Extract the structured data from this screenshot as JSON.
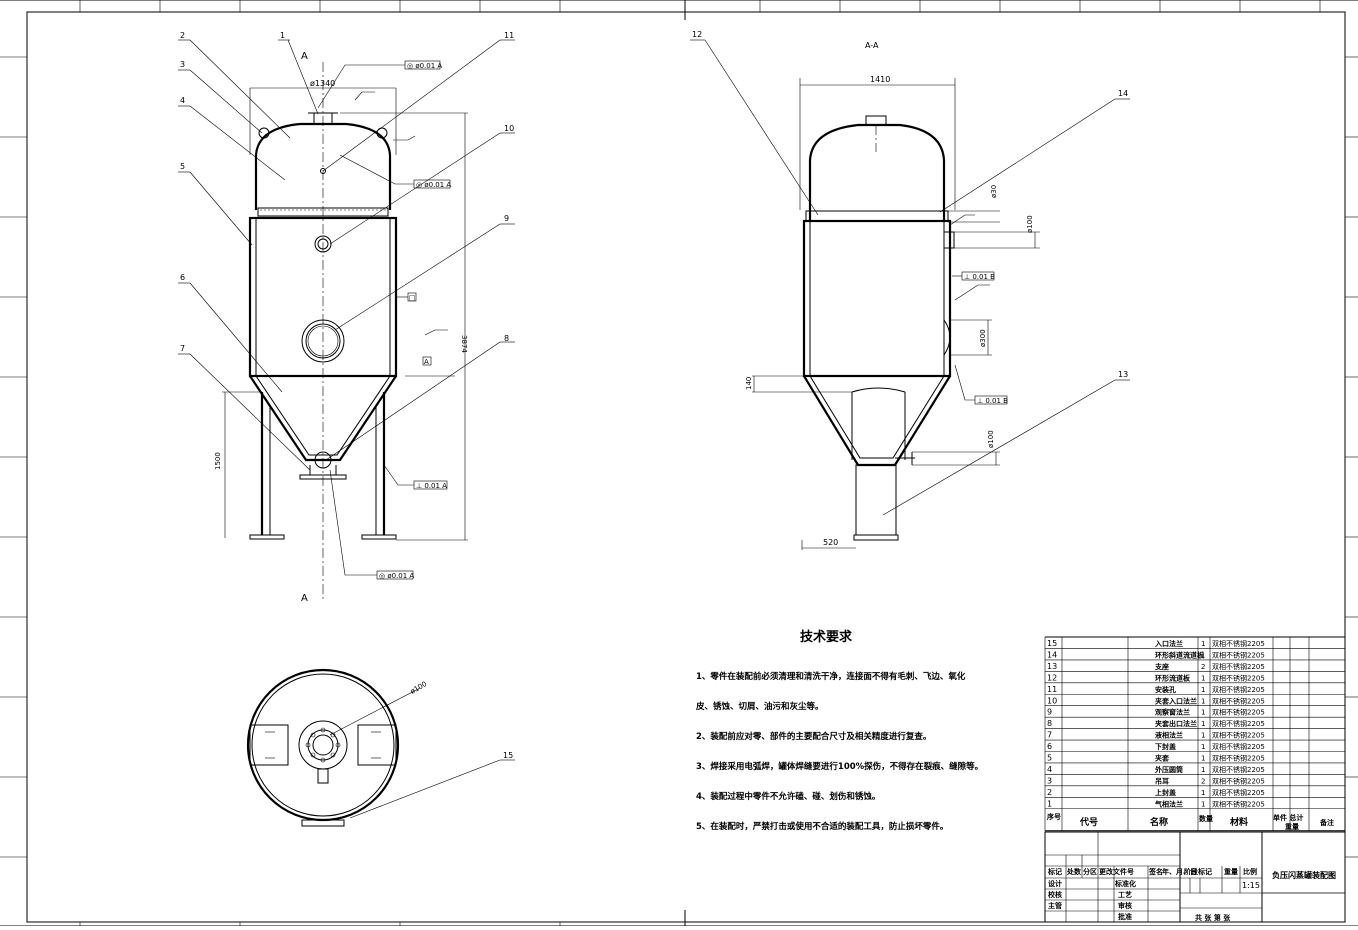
{
  "drawing": {
    "title": "负压闪蒸罐装配图",
    "scale_label": "比例",
    "scale": "1:15",
    "section_mark": "A",
    "section_title": "A-A"
  },
  "front_view": {
    "dims": {
      "diameter": "ø1340",
      "height": "3874",
      "leg_height": "1500"
    },
    "tolerances": [
      "◎ ø0.01 A",
      "◎ ø0.01 A",
      "◎ ø0.01 A",
      "⊥ 0.01 A",
      "□"
    ],
    "datum": "A",
    "balloons": [
      "1",
      "2",
      "3",
      "4",
      "5",
      "6",
      "7",
      "8",
      "9",
      "10",
      "11"
    ]
  },
  "section_view": {
    "dims": {
      "width": "1410",
      "bottom_width": "520",
      "cone": "140",
      "d30": "ø30",
      "d100a": "ø100",
      "d300": "ø300",
      "d100b": "ø100"
    },
    "tolerances": [
      "⊥ 0.01 B",
      "⊥ 0.01 B"
    ],
    "balloons": [
      "12",
      "13",
      "14"
    ]
  },
  "top_view": {
    "dims": {
      "d100": "ø100"
    },
    "balloons": [
      "15"
    ]
  },
  "tech_requirements": {
    "title": "技术要求",
    "items": [
      "1、零件在装配前必须清理和清洗干净，连接面不得有毛刺、飞边、氧化",
      "皮、锈蚀、切屑、油污和灰尘等。",
      "2、装配前应对零、部件的主要配合尺寸及相关精度进行复查。",
      "3、焊接采用电弧焊，罐体焊缝要进行100%探伤，不得存在裂痕、缝隙等。",
      "4、装配过程中零件不允许磕、碰、划伤和锈蚀。",
      "5、在装配时，严禁打击或使用不合适的装配工具，防止损坏零件。"
    ]
  },
  "bom": {
    "rows": [
      {
        "no": "15",
        "name": "入口法兰",
        "qty": "1",
        "material": "双相不锈钢2205"
      },
      {
        "no": "14",
        "name": "环形斜道流道板",
        "qty": "1",
        "material": "双相不锈钢2205"
      },
      {
        "no": "13",
        "name": "支座",
        "qty": "2",
        "material": "双相不锈钢2205"
      },
      {
        "no": "12",
        "name": "环形流道板",
        "qty": "1",
        "material": "双相不锈钢2205"
      },
      {
        "no": "11",
        "name": "安装孔",
        "qty": "1",
        "material": "双相不锈钢2205"
      },
      {
        "no": "10",
        "name": "夹套入口法兰",
        "qty": "1",
        "material": "双相不锈钢2205"
      },
      {
        "no": "9",
        "name": "观察窗法兰",
        "qty": "1",
        "material": "双相不锈钢2205"
      },
      {
        "no": "8",
        "name": "夹套出口法兰",
        "qty": "1",
        "material": "双相不锈钢2205"
      },
      {
        "no": "7",
        "name": "液相法兰",
        "qty": "1",
        "material": "双相不锈钢2205"
      },
      {
        "no": "6",
        "name": "下封盖",
        "qty": "1",
        "material": "双相不锈钢2205"
      },
      {
        "no": "5",
        "name": "夹套",
        "qty": "1",
        "material": "双相不锈钢2205"
      },
      {
        "no": "4",
        "name": "外压圆筒",
        "qty": "1",
        "material": "双相不锈钢2205"
      },
      {
        "no": "3",
        "name": "吊耳",
        "qty": "2",
        "material": "双相不锈钢2205"
      },
      {
        "no": "2",
        "name": "上封盖",
        "qty": "1",
        "material": "双相不锈钢2205"
      },
      {
        "no": "1",
        "name": "气相法兰",
        "qty": "1",
        "material": "双相不锈钢2205"
      }
    ],
    "header": {
      "no": "序号",
      "code": "代号",
      "name": "名称",
      "qty": "数量",
      "material": "材料",
      "unit_total": "单件 总计",
      "weight": "重量",
      "remark": "备注"
    }
  },
  "title_block": {
    "rev_headers": [
      "标记",
      "处数",
      "分区",
      "更改文件号",
      "签名",
      "年、月、日"
    ],
    "roles": [
      "设计",
      "校核",
      "主管"
    ],
    "roles2": [
      "标准化",
      "工艺",
      "审核",
      "批准"
    ],
    "stage_headers": [
      "阶段标记",
      "重量",
      "比例"
    ],
    "sheet_footer": "共 张 第 张"
  }
}
